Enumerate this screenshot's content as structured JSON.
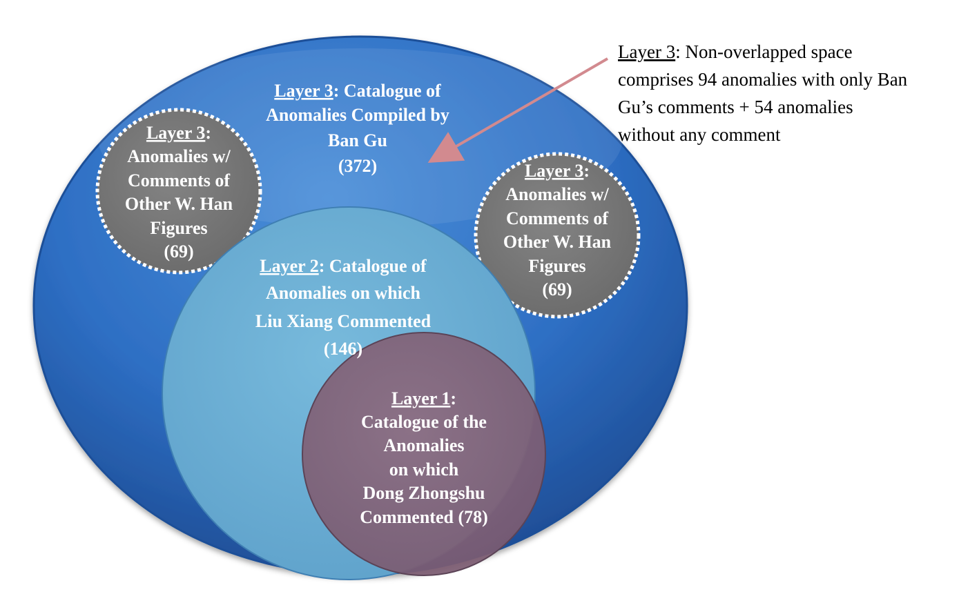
{
  "colors": {
    "outer_ellipse": "#2e6fc4",
    "layer2_circle": "#6aaed4",
    "layer1_circle": "#86647a",
    "side_circles": "#787878",
    "arrow": "#d28a8f"
  },
  "outer": {
    "layer": "Layer 3",
    "text": ": Catalogue of",
    "line2": "Anomalies Compiled by",
    "line3": "Ban Gu",
    "count": "(372)"
  },
  "left_circle": {
    "layer": "Layer 3",
    "colon": ":",
    "line2": "Anomalies w/",
    "line3": "Comments of",
    "line4": "Other W. Han",
    "line5": "Figures",
    "count": "(69)"
  },
  "right_circle": {
    "layer": "Layer 3",
    "colon": ":",
    "line2": "Anomalies w/",
    "line3": "Comments of",
    "line4": "Other W. Han",
    "line5": "Figures",
    "count": "(69)"
  },
  "layer2": {
    "layer": "Layer 2",
    "text": ": Catalogue of",
    "line2": "Anomalies on which",
    "line3": "Liu Xiang Commented",
    "count": "(146)"
  },
  "layer1": {
    "layer": "Layer 1",
    "colon": ":",
    "line2": "Catalogue of the",
    "line3": "Anomalies",
    "line4": "on which",
    "line5": "Dong Zhongshu",
    "line6": "Commented (78)"
  },
  "annotation": {
    "layer": "Layer 3",
    "text": ": Non-overlapped space",
    "line2": "comprises 94 anomalies with only Ban",
    "line3": "Gu’s comments + 54 anomalies",
    "line4": "without any comment"
  }
}
